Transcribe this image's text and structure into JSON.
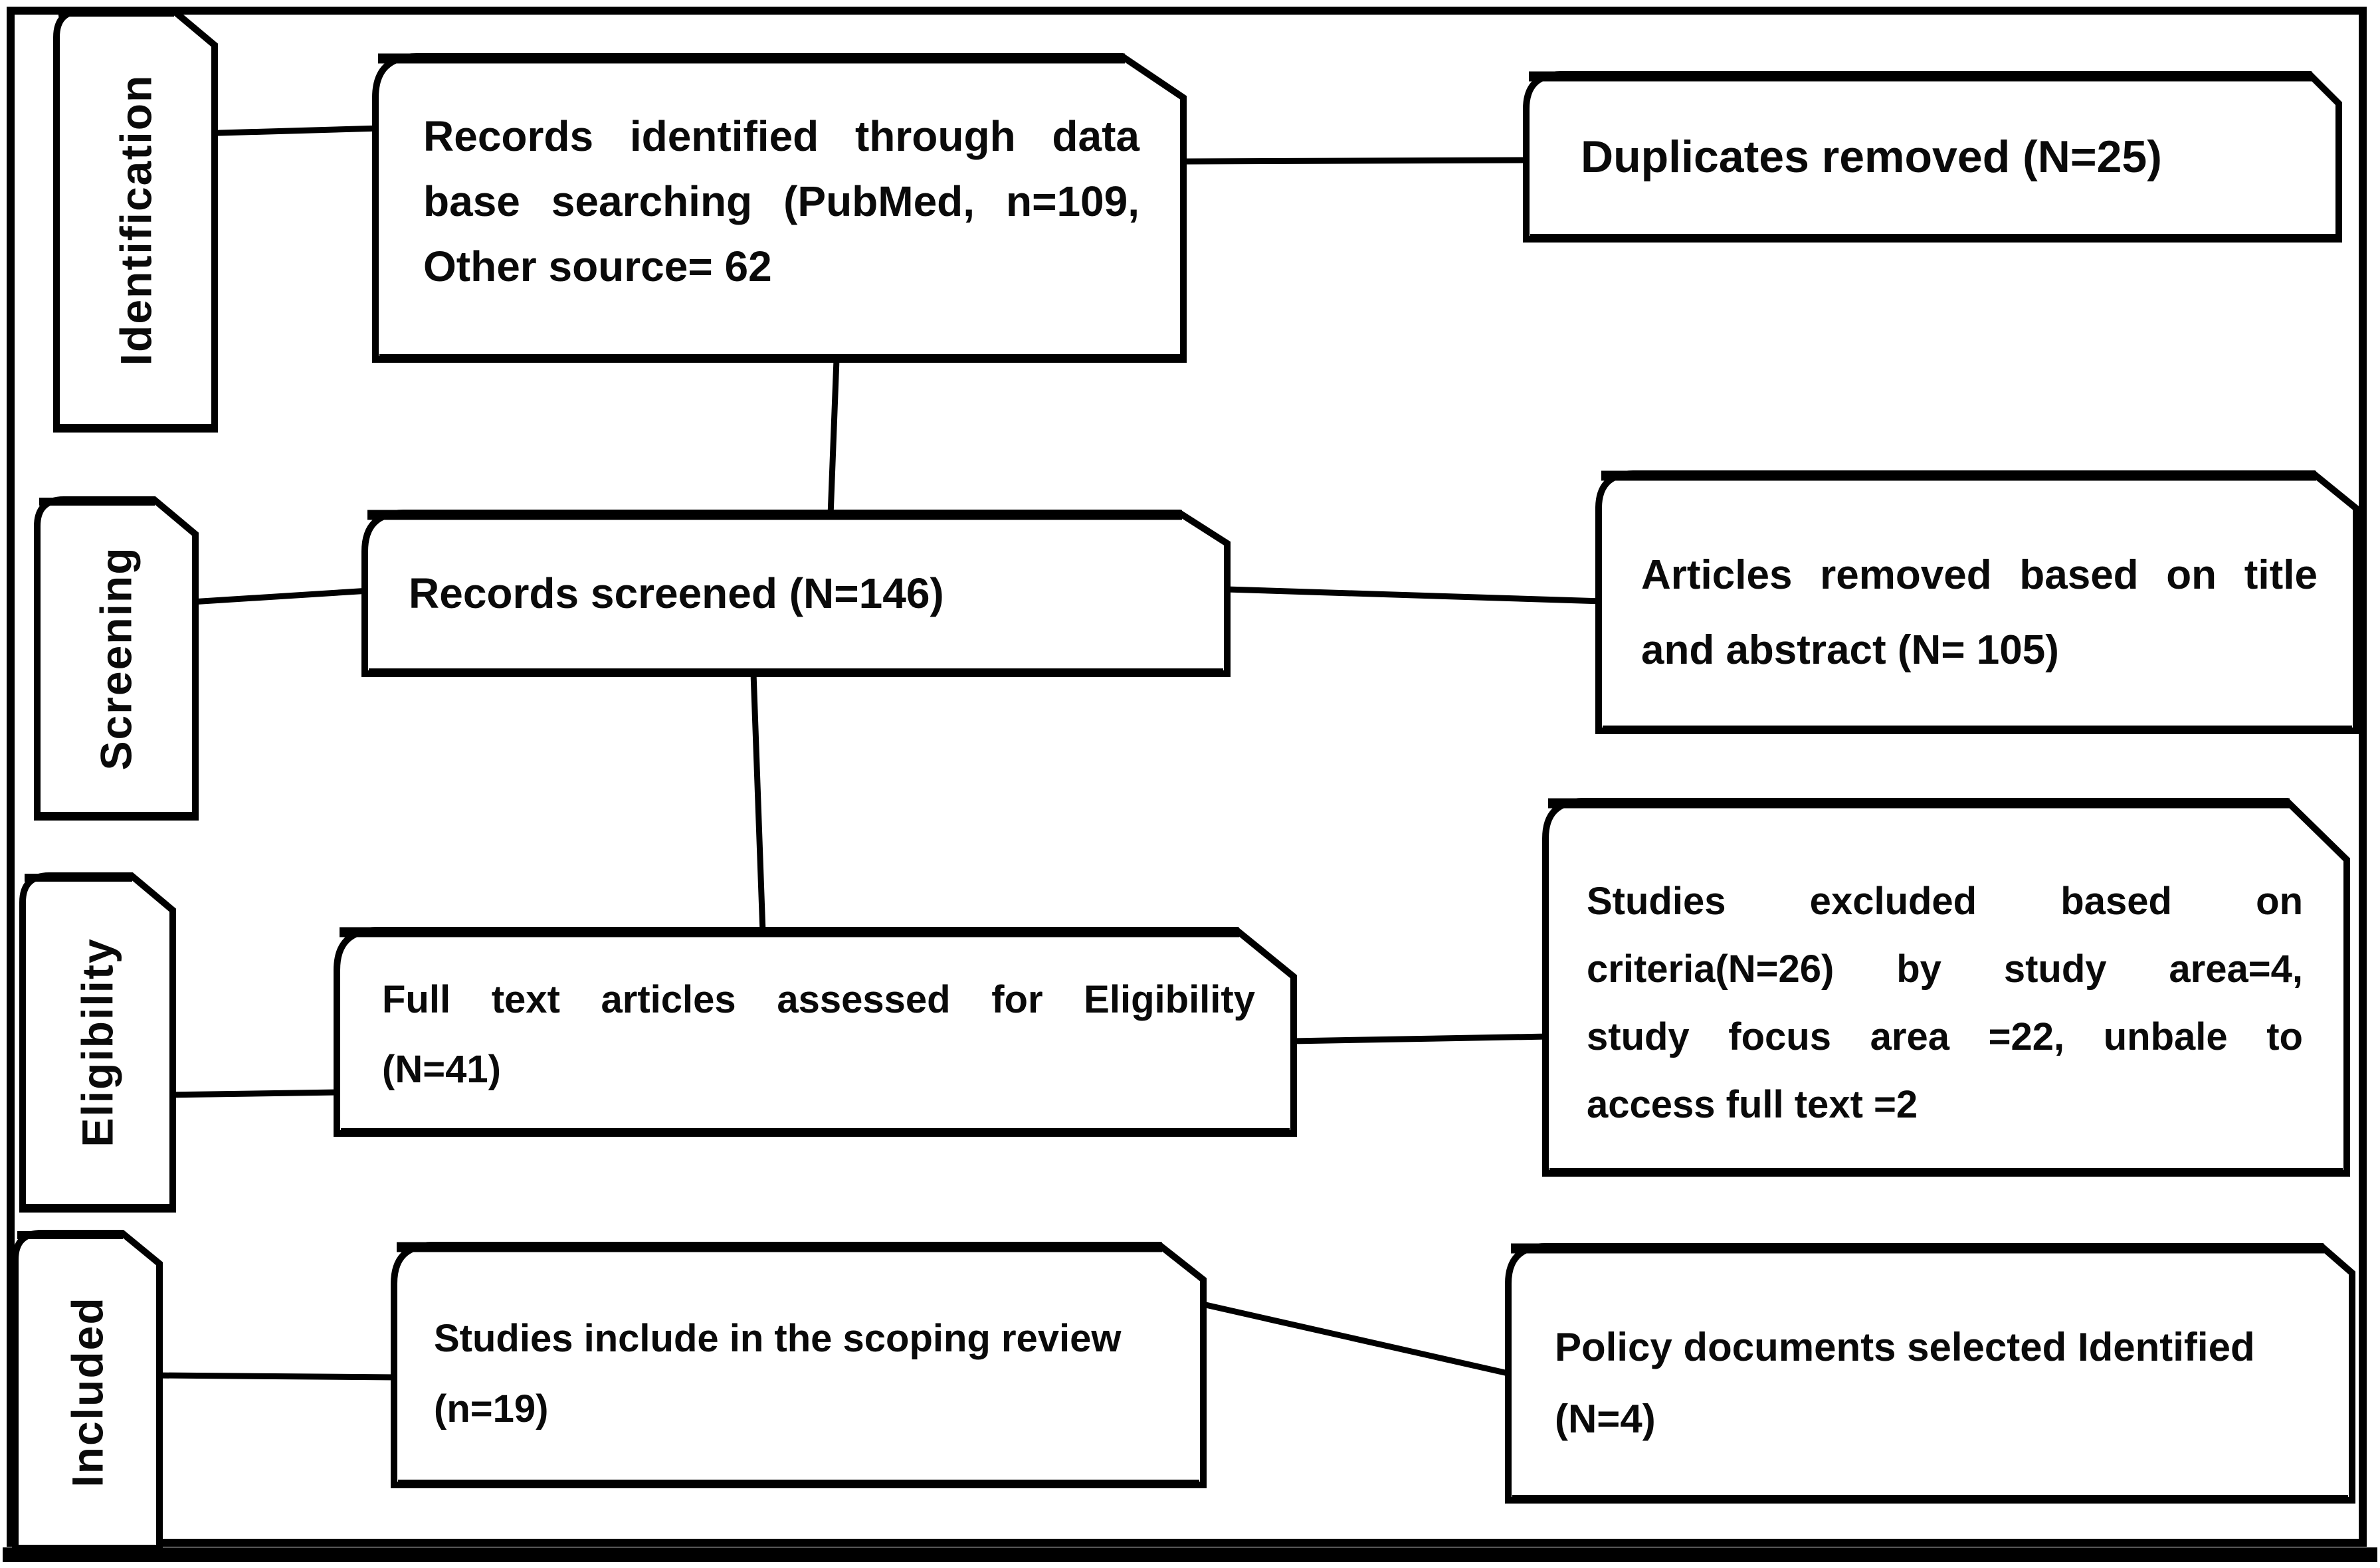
{
  "diagram": {
    "title": "PRISMA scoping review flow diagram",
    "colors": {
      "stroke": "#000000",
      "fill": "#ffffff",
      "background": "#ffffff",
      "text": "#0a0a0a"
    },
    "sidebar": [
      {
        "id": "identification",
        "label": "Identification"
      },
      {
        "id": "screening",
        "label": "Screening"
      },
      {
        "id": "eligibility",
        "label": "Eligibility"
      },
      {
        "id": "included",
        "label": "Included"
      }
    ],
    "main_boxes": [
      {
        "id": "records-identified",
        "lines": [
          "Records identified through data",
          "base searching (PubMed,  n=109,",
          "Other source= 62"
        ]
      },
      {
        "id": "records-screened",
        "lines": [
          "Records screened (N=146)"
        ]
      },
      {
        "id": "full-text-assessed",
        "lines": [
          "Full text articles assessed for Eligibility",
          "(N=41)"
        ]
      },
      {
        "id": "studies-included",
        "lines": [
          "Studies include in the scoping review",
          "(n=19)"
        ]
      }
    ],
    "side_boxes": [
      {
        "id": "duplicates-removed",
        "lines": [
          "Duplicates removed (N=25)"
        ]
      },
      {
        "id": "articles-removed",
        "lines": [
          "Articles removed based on title",
          "and abstract (N= 105)"
        ]
      },
      {
        "id": "studies-excluded",
        "lines": [
          "Studies  excluded  based  on",
          "criteria(N=26)  by  study  area=4,",
          "study focus area =22, unbale to",
          "access full text =2"
        ]
      },
      {
        "id": "policy-documents",
        "lines": [
          "Policy documents selected Identified",
          "(N=4)"
        ]
      }
    ]
  }
}
